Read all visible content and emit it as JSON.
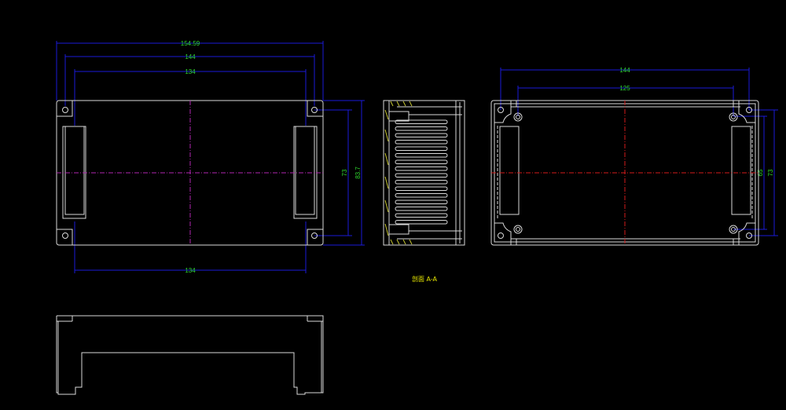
{
  "drawing": {
    "background": "#000000",
    "colors": {
      "outline": "#d9d9d9",
      "dimension_line": "#1a1ad9",
      "dimension_text": "#2fd52f",
      "centerline_left": "#b026b0",
      "centerline_right": "#d41a1a",
      "hatch": "#c8c832",
      "section_label": "#e6e600"
    },
    "views": {
      "top_view": {
        "dimensions": {
          "overall_width": "154.59",
          "width_144": "144",
          "width_134_top": "134",
          "width_134_bottom": "134",
          "height_73": "73",
          "height_83_7": "83.7"
        }
      },
      "section_view": {
        "label": "剖面 A-A"
      },
      "right_view": {
        "dimensions": {
          "width_144": "144",
          "width_125": "125",
          "height_65": "65",
          "height_73": "73"
        }
      },
      "front_view": {}
    }
  }
}
